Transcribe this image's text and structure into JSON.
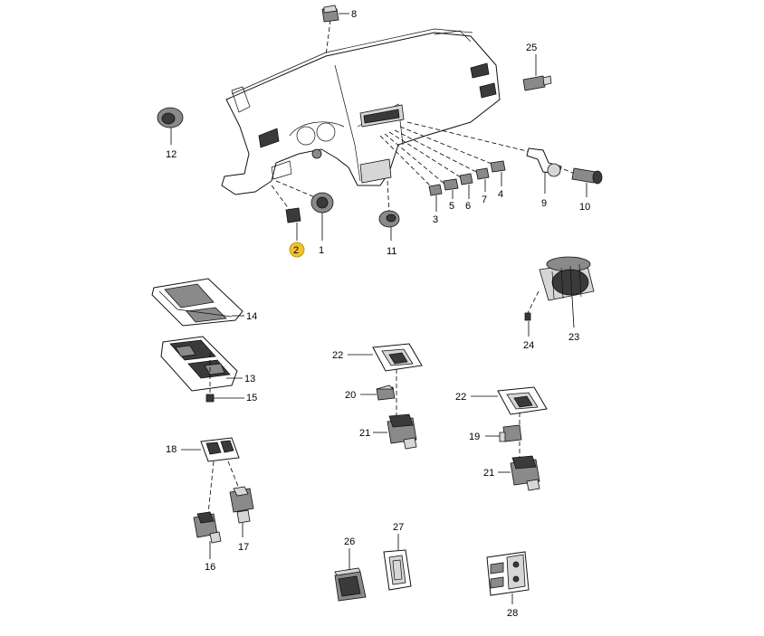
{
  "accent_color": "#f2c12e",
  "callouts": {
    "c1": "1",
    "c2": "2",
    "c3": "3",
    "c4": "4",
    "c5": "5",
    "c6": "6",
    "c7": "7",
    "c8": "8",
    "c9": "9",
    "c10": "10",
    "c11": "11",
    "c12": "12",
    "c13": "13",
    "c14": "14",
    "c15": "15",
    "c16": "16",
    "c17": "17",
    "c18": "18",
    "c19": "19",
    "c20": "20",
    "c21a": "21",
    "c21b": "21",
    "c22a": "22",
    "c22b": "22",
    "c23": "23",
    "c24": "24",
    "c25": "25",
    "c26": "26",
    "c27": "27",
    "c28": "28"
  }
}
